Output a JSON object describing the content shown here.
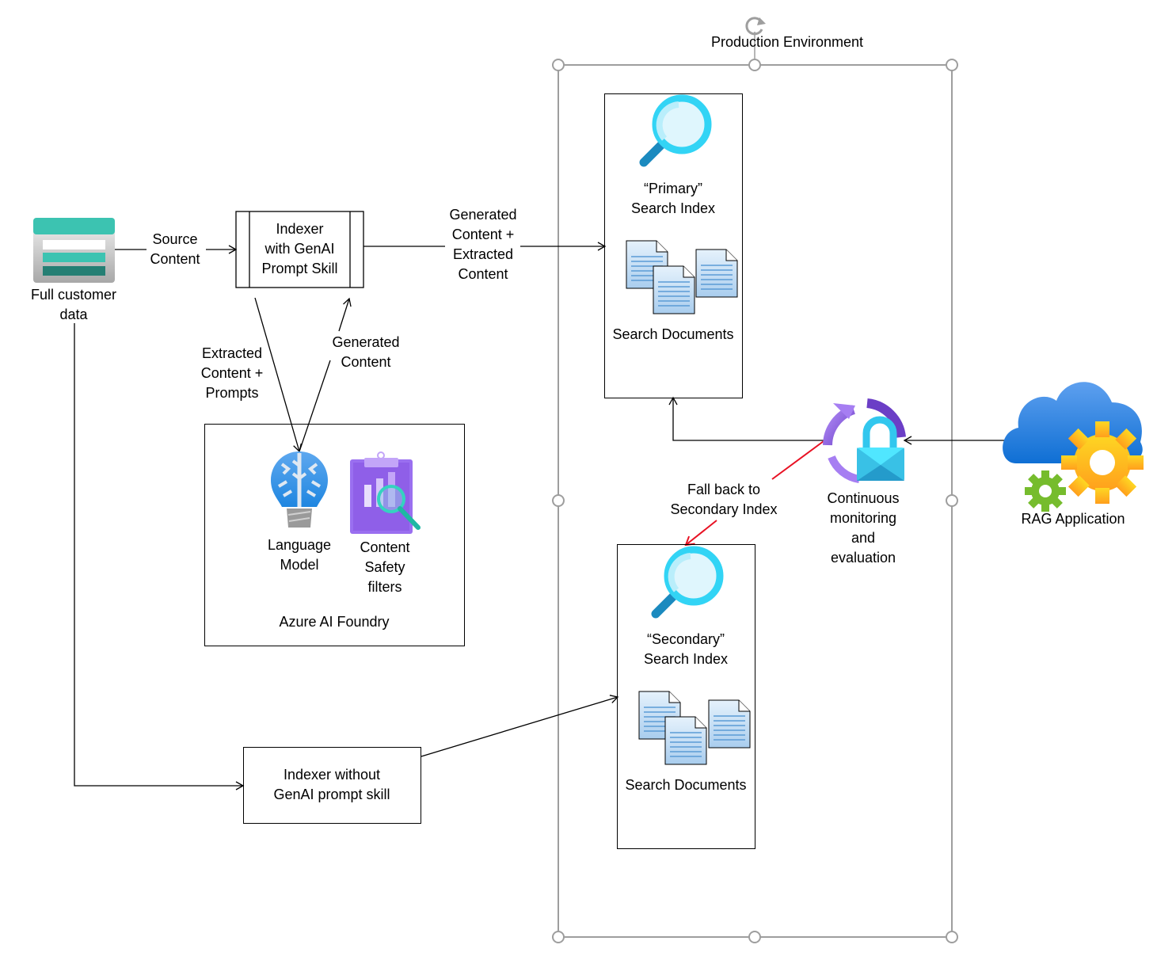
{
  "production_environment": {
    "title": "Production Environment"
  },
  "source": {
    "label": "Full customer\ndata",
    "edge_label": "Source\nContent"
  },
  "indexer_genai": {
    "label": "Indexer\nwith GenAI\nPrompt Skill"
  },
  "edge_to_primary": {
    "label": "Generated\nContent +\nExtracted\nContent"
  },
  "edge_to_llm": {
    "label": "Extracted\nContent +\nPrompts"
  },
  "edge_from_llm": {
    "label": "Generated\nContent"
  },
  "foundry": {
    "title": "Azure AI Foundry",
    "language_model": "Language\nModel",
    "content_safety": "Content\nSafety\nfilters"
  },
  "primary_index": {
    "title": "“Primary”\nSearch Index",
    "docs_label": "Search Documents"
  },
  "secondary_index": {
    "title": "“Secondary”\nSearch Index",
    "docs_label": "Search Documents"
  },
  "monitoring": {
    "label": "Continuous\nmonitoring\nand\nevaluation"
  },
  "fallback": {
    "label": "Fall back to\nSecondary Index",
    "color": "#e81123"
  },
  "rag_app": {
    "label": "RAG Application"
  },
  "indexer_plain": {
    "label": "Indexer without\nGenAI prompt skill"
  }
}
